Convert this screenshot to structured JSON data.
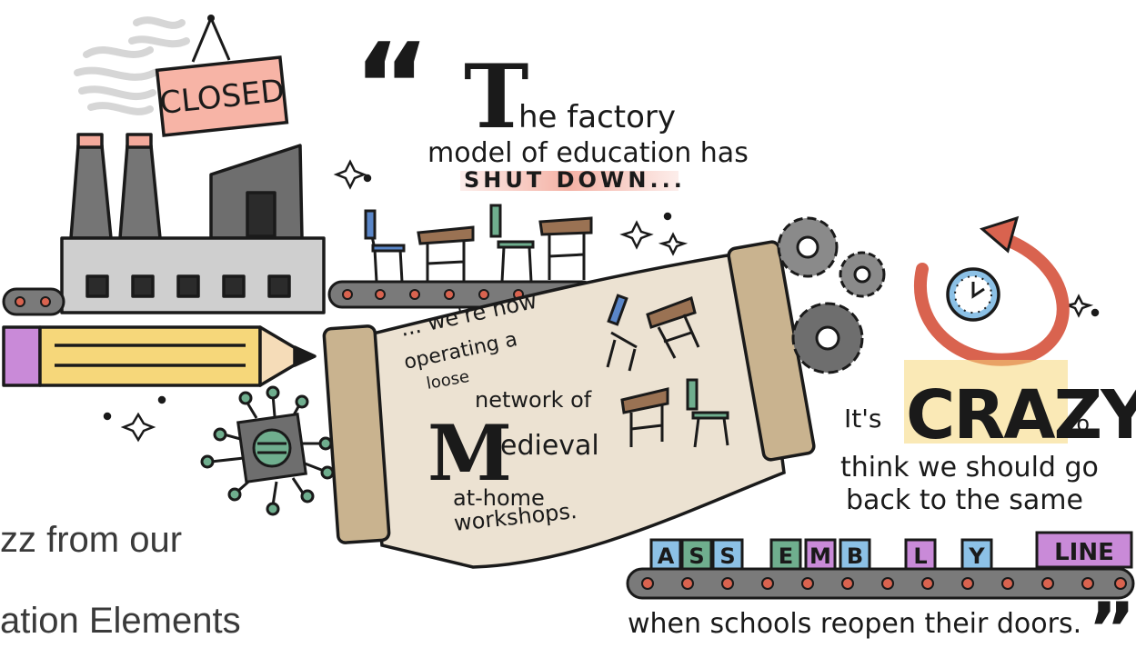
{
  "sign": {
    "text": "CLOSED"
  },
  "quote": {
    "open_mark": "“",
    "drop_cap": "T",
    "line1_rest": "he factory",
    "line2": "model of education has",
    "line3": "SHUT DOWN..."
  },
  "scroll_text": {
    "line1": "... we're now",
    "line2": "operating a",
    "line3": "loose",
    "line4": "network of",
    "drop_cap": "M",
    "line5_rest": "edieval",
    "line6": "at-home",
    "line7": "workshops."
  },
  "right_text": {
    "its": "It's",
    "crazy": "CRAZY",
    "to": "to",
    "line2": "think we should go",
    "line3": "back to the same",
    "assembly_letters": [
      "A",
      "S",
      "S",
      "E",
      "M",
      "B",
      "L",
      "Y"
    ],
    "line": "LINE",
    "line4": "when schools reopen their doors.",
    "close_mark": "”"
  },
  "background_text": {
    "line1": "zz from our",
    "line2": "ation Elements"
  },
  "colors": {
    "red": "#d9634f",
    "pink": "#f3a99b",
    "yellow": "#f6d77a",
    "purple": "#c98ad8",
    "blue": "#5a86c8",
    "green": "#6fae8e",
    "desk": "#9a7253",
    "gray": "#6e6e6e",
    "scroll": "#ece2d2"
  }
}
